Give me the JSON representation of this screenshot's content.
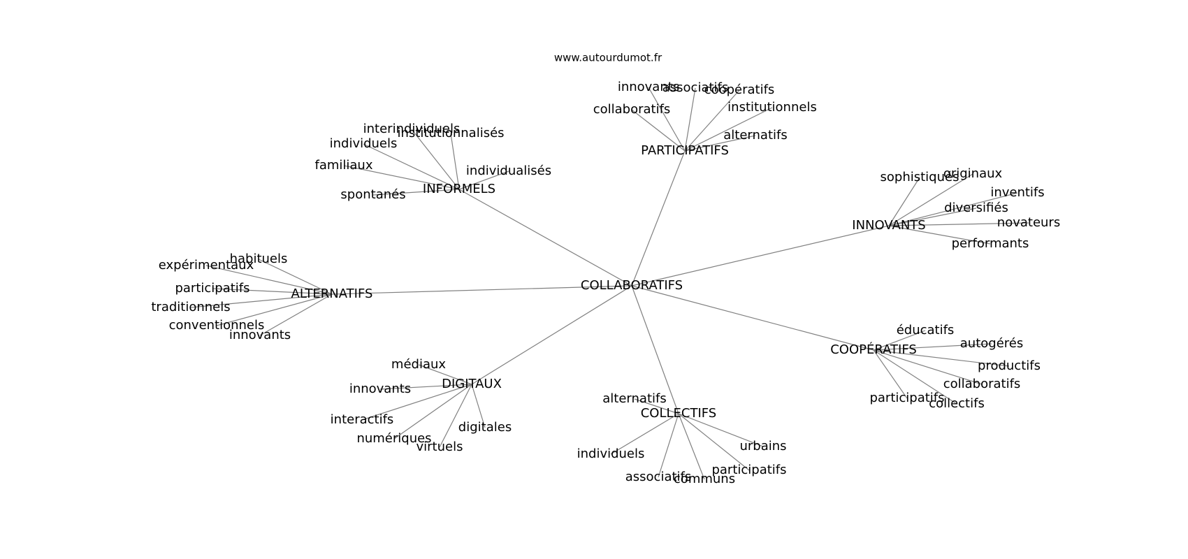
{
  "source": "www.autourdumot.fr",
  "colors": {
    "edge": "#808080",
    "text": "#000000",
    "background": "#ffffff"
  },
  "center": "COLLABORATIFS",
  "groups": [
    {
      "hub": "PARTICIPATIFS",
      "leaves": [
        "innovants",
        "associatifs",
        "coopératifs",
        "collaboratifs",
        "institutionnels",
        "alternatifs"
      ]
    },
    {
      "hub": "INFORMELS",
      "leaves": [
        "interindividuels",
        "institutionnalisés",
        "individuels",
        "familiaux",
        "individualisés",
        "spontanés"
      ]
    },
    {
      "hub": "INNOVANTS",
      "leaves": [
        "sophistiqués",
        "originaux",
        "inventifs",
        "diversifiés",
        "novateurs",
        "performants"
      ]
    },
    {
      "hub": "ALTERNATIFS",
      "leaves": [
        "habituels",
        "expérimentaux",
        "participatifs",
        "traditionnels",
        "conventionnels",
        "innovants"
      ]
    },
    {
      "hub": "COOPÉRATIFS",
      "leaves": [
        "éducatifs",
        "autogérés",
        "productifs",
        "collaboratifs",
        "participatifs",
        "collectifs"
      ]
    },
    {
      "hub": "DIGITAUX",
      "leaves": [
        "médiaux",
        "innovants",
        "interactifs",
        "numériques",
        "virtuels",
        "digitales"
      ]
    },
    {
      "hub": "COLLECTIFS",
      "leaves": [
        "alternatifs",
        "individuels",
        "associatifs",
        "communs",
        "participatifs",
        "urbains"
      ]
    }
  ]
}
